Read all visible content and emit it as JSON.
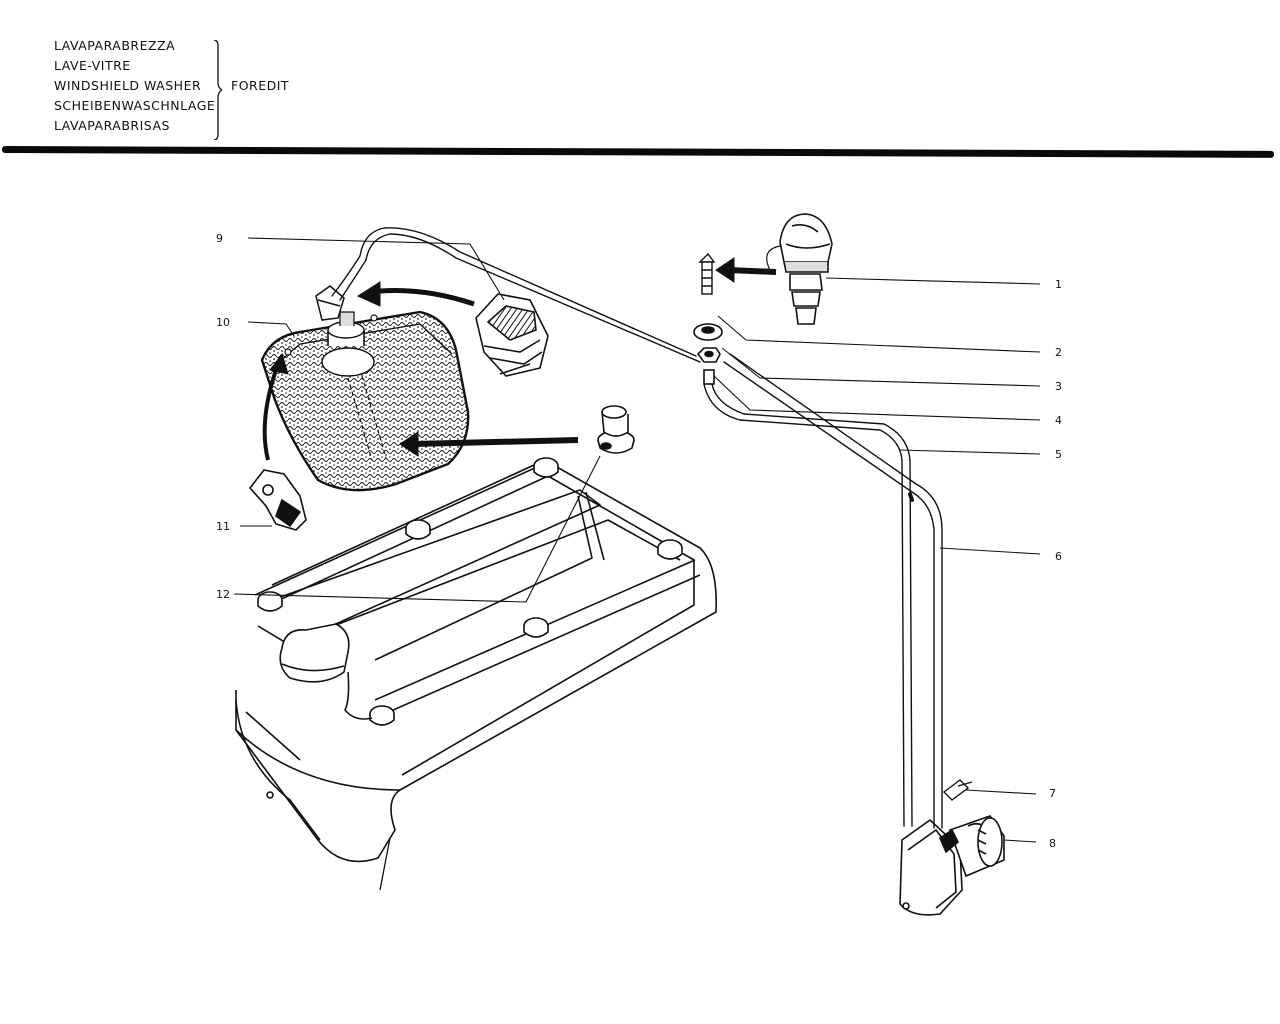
{
  "header": {
    "titles": [
      "LAVAPARABREZZA",
      "LAVE-VITRE",
      "WINDSHIELD WASHER",
      "SCHEIBENWASCHNLAGE",
      "LAVAPARABRISAS"
    ],
    "source": "FOREDIT"
  },
  "callouts": {
    "c1": "1",
    "c2": "2",
    "c3": "3",
    "c4": "4",
    "c5": "5",
    "c6": "6",
    "c7": "7",
    "c8": "8",
    "c9": "9",
    "c10": "10",
    "c11": "11",
    "c12": "12"
  },
  "colors": {
    "ink": "#111111",
    "paper": "#ffffff"
  }
}
